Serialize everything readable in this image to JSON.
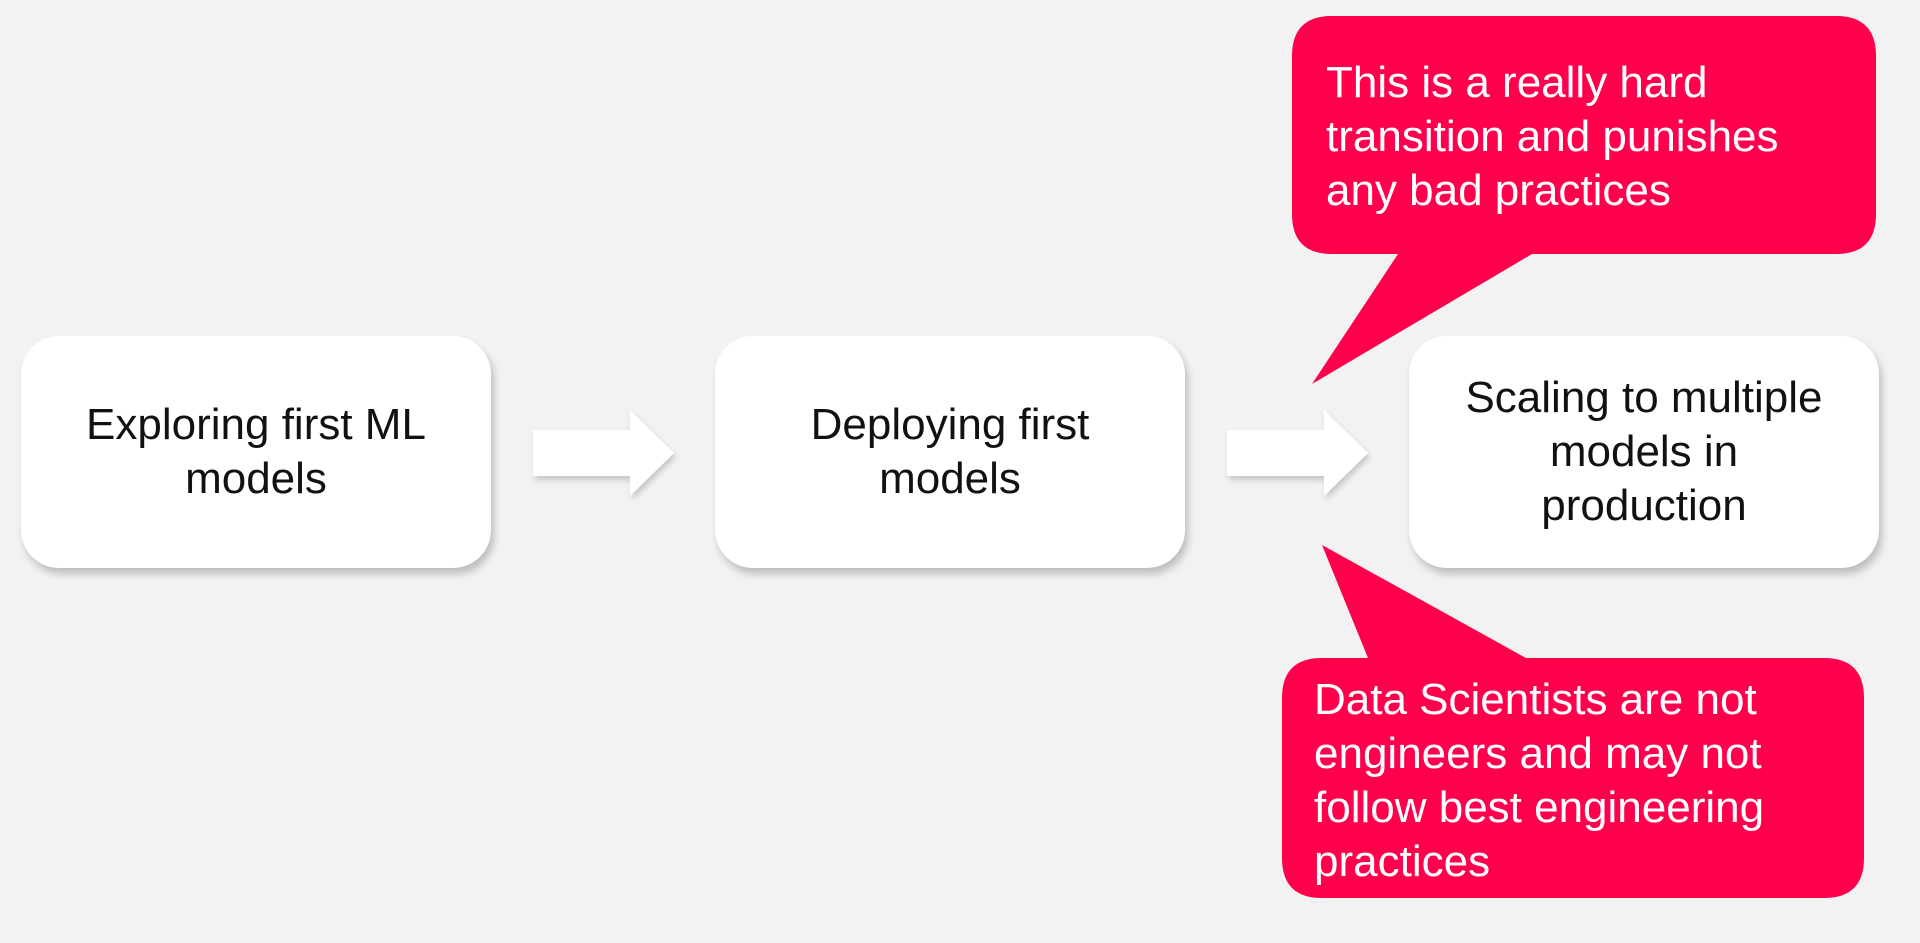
{
  "colors": {
    "background": "#f2f2f2",
    "box_fill": "#ffffff",
    "callout_fill": "#ff004c",
    "arrow_fill": "#ffffff"
  },
  "steps": [
    {
      "label": "Exploring first ML models"
    },
    {
      "label": "Deploying first models"
    },
    {
      "label": "Scaling to multiple models in production"
    }
  ],
  "callouts": {
    "top": "This is a really hard transition and punishes any bad practices",
    "bottom": "Data Scientists are not engineers and may not follow best engineering practices"
  }
}
